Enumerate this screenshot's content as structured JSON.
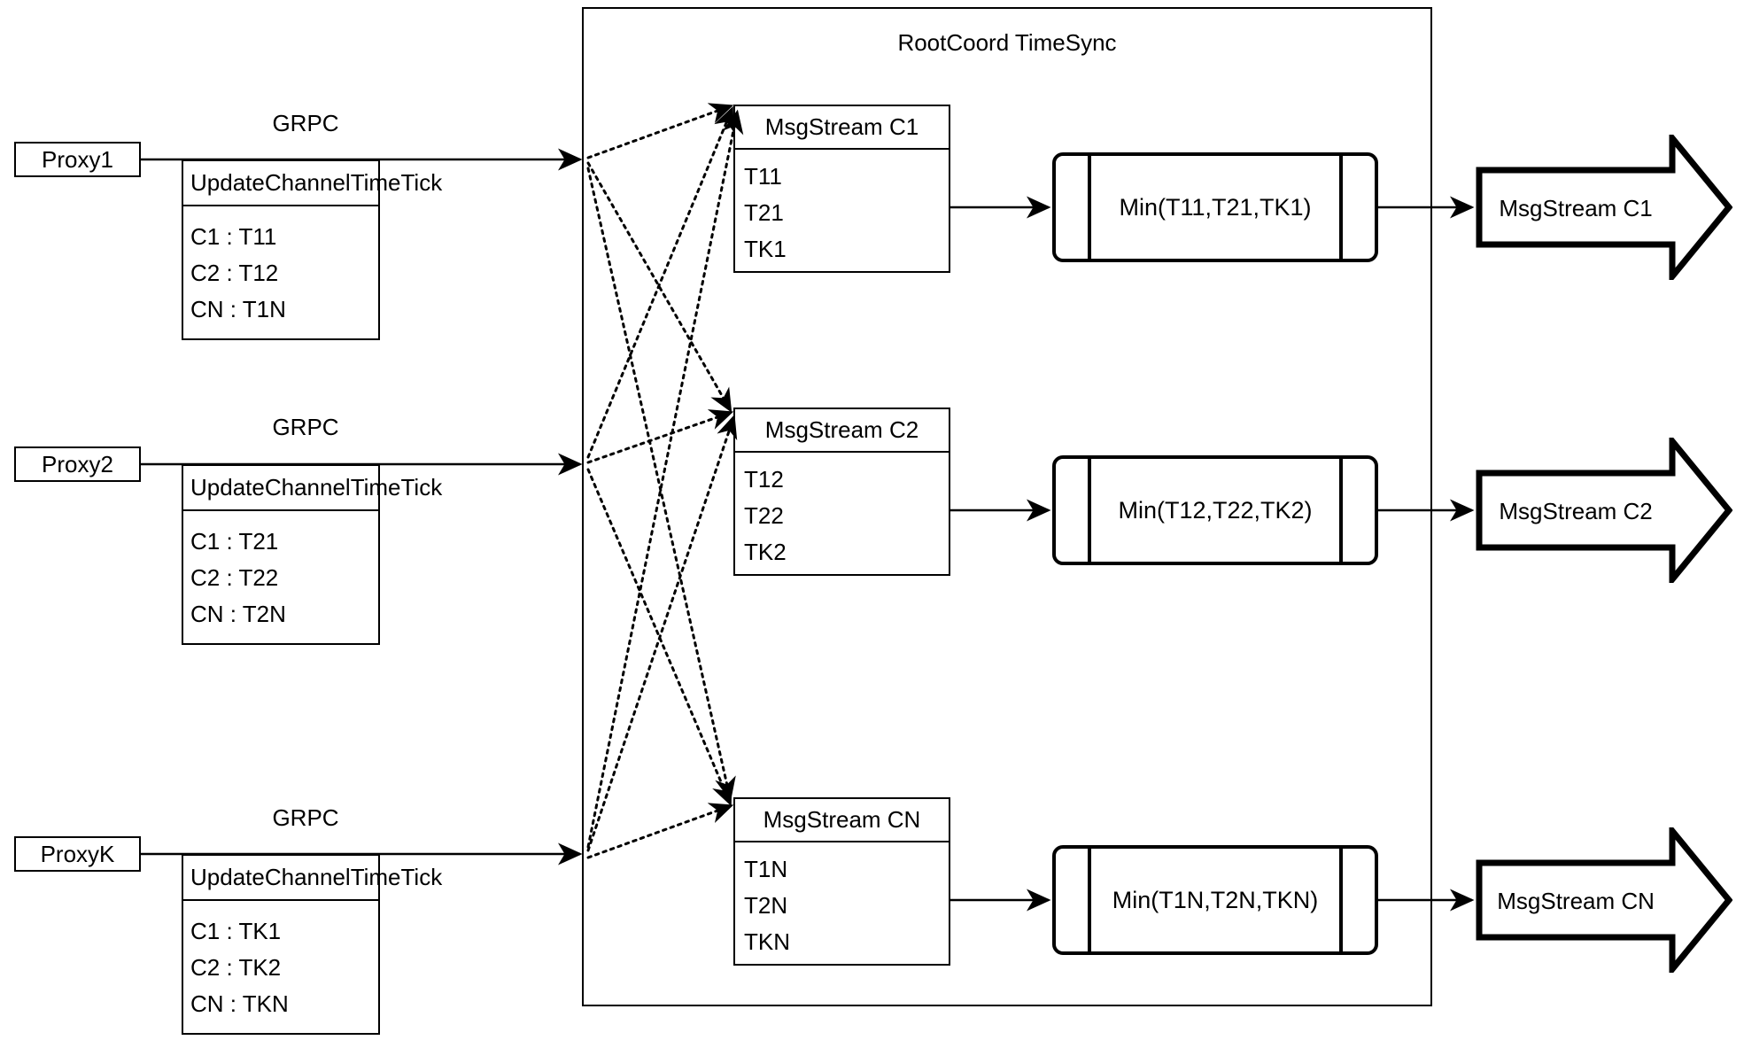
{
  "container": {
    "title": "RootCoord TimeSync"
  },
  "proxies": [
    {
      "name": "Proxy1",
      "link_label": "GRPC",
      "request": {
        "title": "UpdateChannelTimeTick",
        "rows": [
          "C1 :  T11",
          "C2 :  T12",
          "CN : T1N"
        ]
      }
    },
    {
      "name": "Proxy2",
      "link_label": "GRPC",
      "request": {
        "title": "UpdateChannelTimeTick",
        "rows": [
          "C1 :  T21",
          "C2 :  T22",
          "CN : T2N"
        ]
      }
    },
    {
      "name": "ProxyK",
      "link_label": "GRPC",
      "request": {
        "title": "UpdateChannelTimeTick",
        "rows": [
          "C1 :  TK1",
          "C2 :  TK2",
          "CN : TKN"
        ]
      }
    }
  ],
  "channels": [
    {
      "stream": {
        "title": "MsgStream C1",
        "rows": [
          "T11",
          "T21",
          "TK1"
        ]
      },
      "reducer": "Min(T11,T21,TK1)",
      "output": "MsgStream C1"
    },
    {
      "stream": {
        "title": "MsgStream C2",
        "rows": [
          "T12",
          "T22",
          "TK2"
        ]
      },
      "reducer": "Min(T12,T22,TK2)",
      "output": "MsgStream C2"
    },
    {
      "stream": {
        "title": "MsgStream CN",
        "rows": [
          "T1N",
          "T2N",
          "TKN"
        ]
      },
      "reducer": "Min(T1N,T2N,TKN)",
      "output": "MsgStream CN"
    }
  ],
  "colors": {
    "stroke": "#000000",
    "background": "#ffffff"
  }
}
